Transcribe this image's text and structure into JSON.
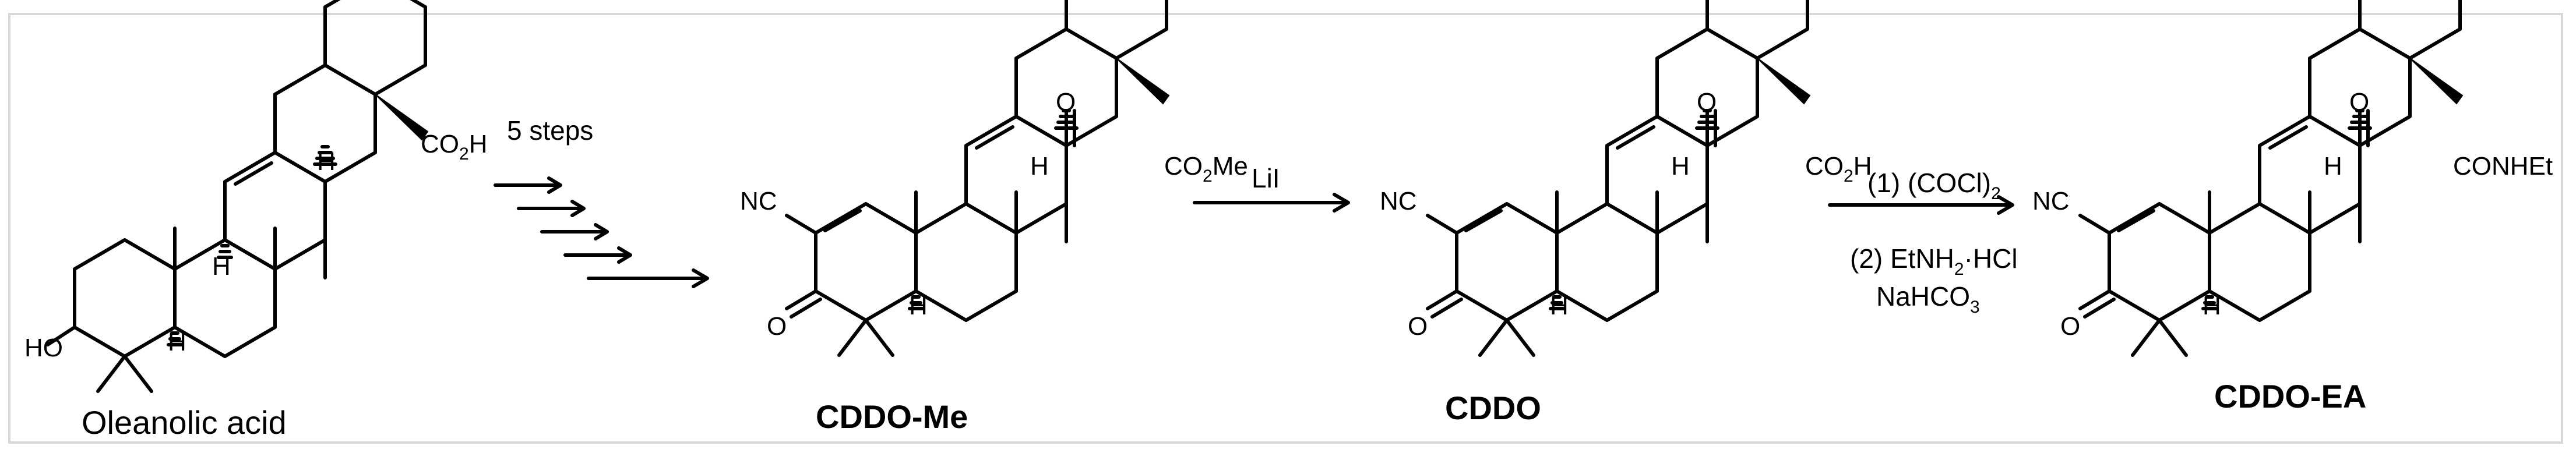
{
  "compounds": {
    "oleanolic": {
      "name": "Oleanolic acid"
    },
    "cddo_me": {
      "name": "CDDO-Me"
    },
    "cddo": {
      "name": "CDDO"
    },
    "cddo_ea": {
      "name": "CDDO-EA"
    }
  },
  "atoms": {
    "ho": "HO",
    "h": "H",
    "o": "O",
    "nc": "NC",
    "co2": "CO",
    "sub2": "2",
    "h_suffix": "H",
    "me_suffix": "Me",
    "conhet": "CONHEt"
  },
  "arrows": {
    "step1": {
      "label": "5 steps"
    },
    "step2": {
      "label": "LiI"
    },
    "step3": {
      "label_top_main": "(1) (COCl)",
      "label_top_sub": "2",
      "label_bottom_1_main": "(2) EtNH",
      "label_bottom_1_sub": "2",
      "label_bottom_1_tail": "·HCl",
      "label_bottom_2_main": "NaHCO",
      "label_bottom_2_sub": "3"
    }
  }
}
